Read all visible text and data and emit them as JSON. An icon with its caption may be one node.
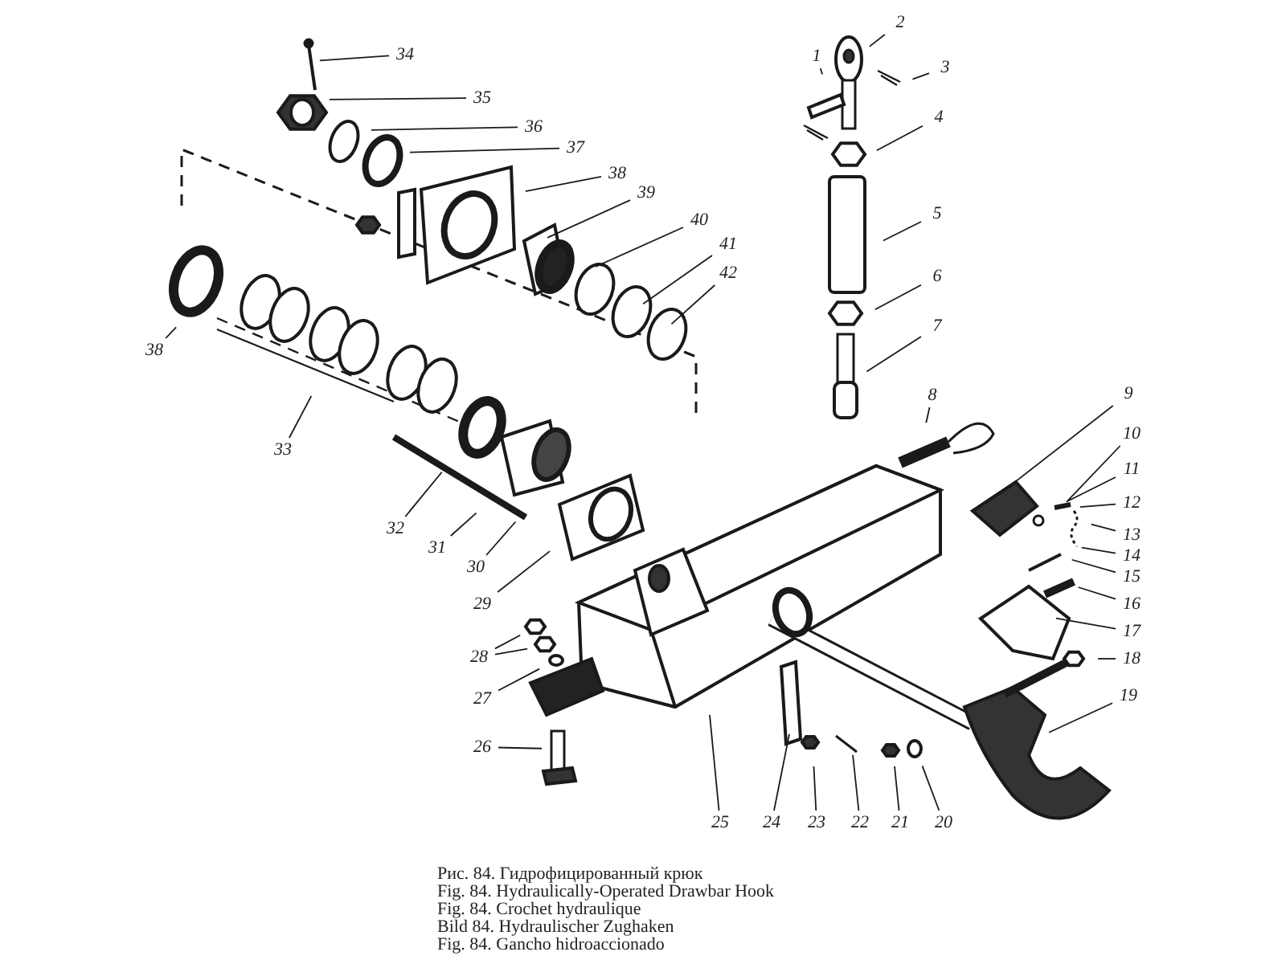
{
  "diagram": {
    "nodes": [
      {
        "text": [
          "1"
        ]
      },
      {
        "text": [
          "2"
        ]
      },
      {
        "text": [
          "3"
        ]
      },
      {
        "text": [
          "4"
        ]
      },
      {
        "text": [
          "5"
        ]
      },
      {
        "text": [
          "6"
        ]
      },
      {
        "text": [
          "7"
        ]
      },
      {
        "text": [
          "8"
        ]
      },
      {
        "text": [
          "9"
        ]
      },
      {
        "text": [
          "10"
        ]
      },
      {
        "text": [
          "11"
        ]
      },
      {
        "text": [
          "12"
        ]
      },
      {
        "text": [
          "13"
        ]
      },
      {
        "text": [
          "14"
        ]
      },
      {
        "text": [
          "15"
        ]
      },
      {
        "text": [
          "16"
        ]
      },
      {
        "text": [
          "17"
        ]
      },
      {
        "text": [
          "18"
        ]
      },
      {
        "text": [
          "19"
        ]
      },
      {
        "text": [
          "20"
        ]
      },
      {
        "text": [
          "21"
        ]
      },
      {
        "text": [
          "22"
        ]
      },
      {
        "text": [
          "23"
        ]
      },
      {
        "text": [
          "24"
        ]
      },
      {
        "text": [
          "25"
        ]
      },
      {
        "text": [
          "26"
        ]
      },
      {
        "text": [
          "27"
        ]
      },
      {
        "text": [
          "28"
        ]
      },
      {
        "text": [
          "29"
        ]
      },
      {
        "text": [
          "30"
        ]
      },
      {
        "text": [
          "31"
        ]
      },
      {
        "text": [
          "32"
        ]
      },
      {
        "text": [
          "33"
        ]
      },
      {
        "text": [
          "34"
        ]
      },
      {
        "text": [
          "35"
        ]
      },
      {
        "text": [
          "36"
        ]
      },
      {
        "text": [
          "37"
        ]
      },
      {
        "text": [
          "38"
        ]
      },
      {
        "text": [
          "39"
        ]
      },
      {
        "text": [
          "40"
        ]
      },
      {
        "text": [
          "41"
        ]
      },
      {
        "text": [
          "42"
        ]
      },
      {
        "text": [
          "38"
        ]
      }
    ],
    "edges": [
      {
        "from": 0,
        "to": null,
        "arrow": "none"
      },
      {
        "from": 1,
        "to": null,
        "arrow": "none"
      },
      {
        "from": 2,
        "to": null,
        "arrow": "none"
      },
      {
        "from": 3,
        "to": null,
        "arrow": "none"
      },
      {
        "from": 4,
        "to": null,
        "arrow": "none"
      },
      {
        "from": 5,
        "to": null,
        "arrow": "none"
      },
      {
        "from": 6,
        "to": null,
        "arrow": "none"
      },
      {
        "from": 7,
        "to": null,
        "arrow": "none"
      },
      {
        "from": 8,
        "to": null,
        "arrow": "none"
      },
      {
        "from": 9,
        "to": null,
        "arrow": "none"
      },
      {
        "from": 10,
        "to": null,
        "arrow": "none"
      },
      {
        "from": 11,
        "to": null,
        "arrow": "none"
      },
      {
        "from": 12,
        "to": null,
        "arrow": "none"
      },
      {
        "from": 13,
        "to": null,
        "arrow": "none"
      },
      {
        "from": 14,
        "to": null,
        "arrow": "none"
      },
      {
        "from": 15,
        "to": null,
        "arrow": "none"
      },
      {
        "from": 16,
        "to": null,
        "arrow": "none"
      },
      {
        "from": 17,
        "to": null,
        "arrow": "none"
      },
      {
        "from": 18,
        "to": null,
        "arrow": "none"
      },
      {
        "from": 19,
        "to": null,
        "arrow": "none"
      },
      {
        "from": 20,
        "to": null,
        "arrow": "none"
      },
      {
        "from": 21,
        "to": null,
        "arrow": "none"
      },
      {
        "from": 22,
        "to": null,
        "arrow": "none"
      },
      {
        "from": 23,
        "to": null,
        "arrow": "none"
      },
      {
        "from": 24,
        "to": null,
        "arrow": "none"
      },
      {
        "from": 25,
        "to": null,
        "arrow": "none"
      },
      {
        "from": 26,
        "to": null,
        "arrow": "none"
      },
      {
        "from": 27,
        "to": null,
        "arrow": "none"
      },
      {
        "from": 27,
        "to": null,
        "arrow": "none"
      },
      {
        "from": 28,
        "to": null,
        "arrow": "none"
      },
      {
        "from": 29,
        "to": null,
        "arrow": "none"
      },
      {
        "from": 30,
        "to": null,
        "arrow": "none"
      },
      {
        "from": 31,
        "to": null,
        "arrow": "none"
      },
      {
        "from": 32,
        "to": null,
        "arrow": "none"
      },
      {
        "from": 33,
        "to": null,
        "arrow": "none"
      },
      {
        "from": 34,
        "to": null,
        "arrow": "none"
      },
      {
        "from": 35,
        "to": null,
        "arrow": "none"
      },
      {
        "from": 36,
        "to": null,
        "arrow": "none"
      },
      {
        "from": 37,
        "to": null,
        "arrow": "none"
      },
      {
        "from": 38,
        "to": null,
        "arrow": "none"
      },
      {
        "from": 39,
        "to": null,
        "arrow": "none"
      },
      {
        "from": 40,
        "to": null,
        "arrow": "none"
      },
      {
        "from": 41,
        "to": null,
        "arrow": "none"
      },
      {
        "from": 42,
        "to": null,
        "arrow": "none"
      }
    ],
    "labels": [
      "Рис. 84. Гидрофицированный крюк",
      "Fig. 84. Hydraulically-Operated Drawbar Hook",
      "Fig. 84. Crochet hydraulique",
      "Bild 84. Hydraulischer Zughaken",
      "Fig. 84. Gancho hidroaccionado"
    ]
  }
}
